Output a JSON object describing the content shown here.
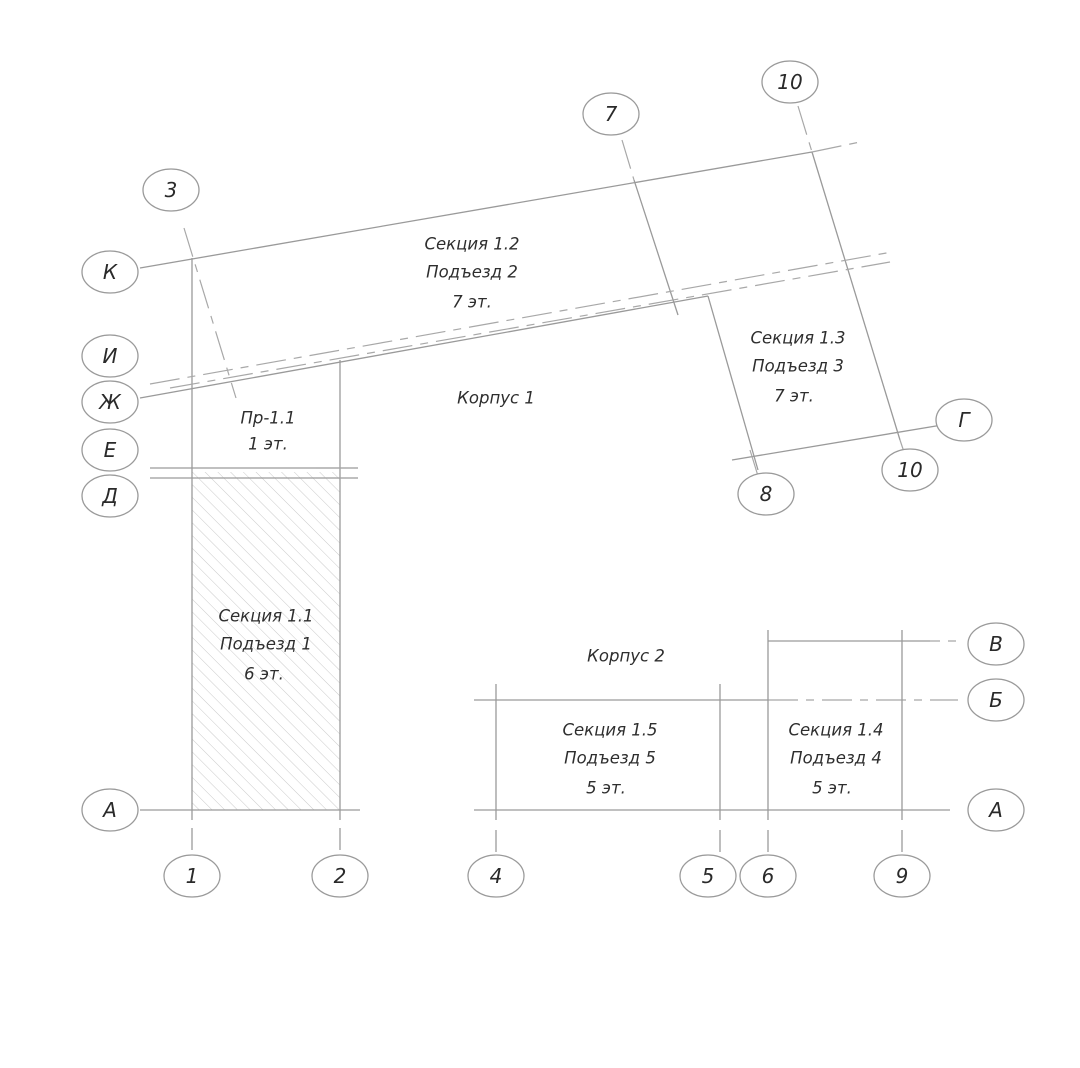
{
  "axes": {
    "vertical": {
      "1": "1",
      "2": "2",
      "3": "3",
      "4": "4",
      "5": "5",
      "6": "6",
      "7": "7",
      "8": "8",
      "9": "9",
      "10": "10"
    },
    "horizontal": {
      "A": "А",
      "B": "Б",
      "V": "В",
      "G": "Г",
      "D": "Д",
      "E": "Е",
      "Zh": "Ж",
      "I": "И",
      "K": "К"
    }
  },
  "buildings": {
    "korpus1": "Корпус 1",
    "korpus2": "Корпус 2"
  },
  "sections": {
    "s11": {
      "name": "Секция 1.1",
      "entrance": "Подъезд 1",
      "floors": "6 эт."
    },
    "s12": {
      "name": "Секция 1.2",
      "entrance": "Подъезд 2",
      "floors": "7 эт."
    },
    "s13": {
      "name": "Секция 1.3",
      "entrance": "Подъезд 3",
      "floors": "7 эт."
    },
    "s14": {
      "name": "Секция 1.4",
      "entrance": "Подъезд 4",
      "floors": "5 эт."
    },
    "s15": {
      "name": "Секция 1.5",
      "entrance": "Подъезд 5",
      "floors": "5 эт."
    },
    "pr11": {
      "name": "Пр-1.1",
      "floors": "1 эт."
    }
  }
}
